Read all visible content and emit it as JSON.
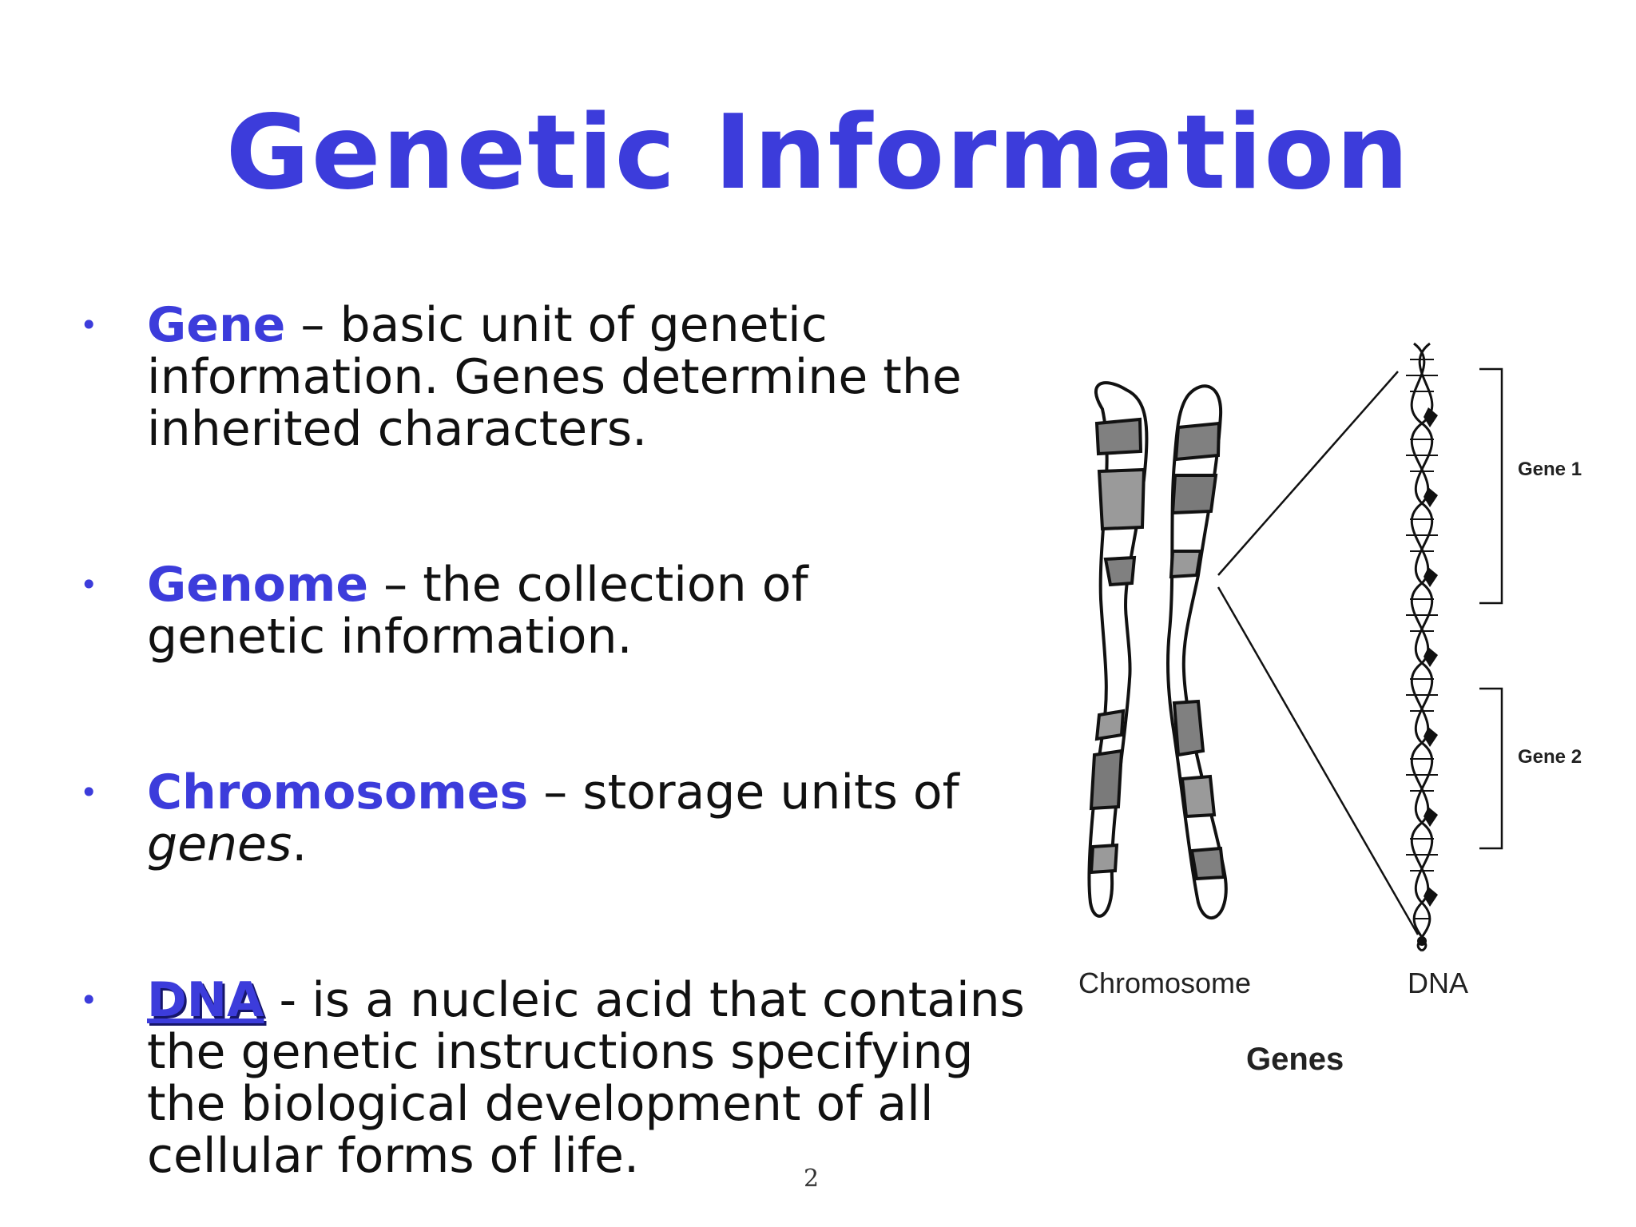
{
  "slide": {
    "title": "Genetic Information",
    "page_number": "2"
  },
  "bullets": [
    {
      "term": "Gene",
      "separator": " – ",
      "definition": "basic unit of genetic information. Genes determine the inherited characters."
    },
    {
      "term": "Genome",
      "separator": " – ",
      "definition": "the collection of genetic information."
    },
    {
      "term": "Chromosomes",
      "separator": " – ",
      "definition": "storage units of ",
      "definition_italic": "genes",
      "definition_end": "."
    },
    {
      "term": "DNA",
      "separator": " -   ",
      "definition": "is a nucleic acid that contains the genetic instructions specifying the biological development of all cellular forms of life."
    }
  ],
  "figure": {
    "gene1_label": "Gene 1",
    "gene2_label": "Gene 2",
    "chromosome_label": "Chromosome",
    "dna_label": "DNA",
    "caption": "Genes"
  },
  "colors": {
    "accent_blue": "#3c3cdb",
    "text": "#111111"
  }
}
